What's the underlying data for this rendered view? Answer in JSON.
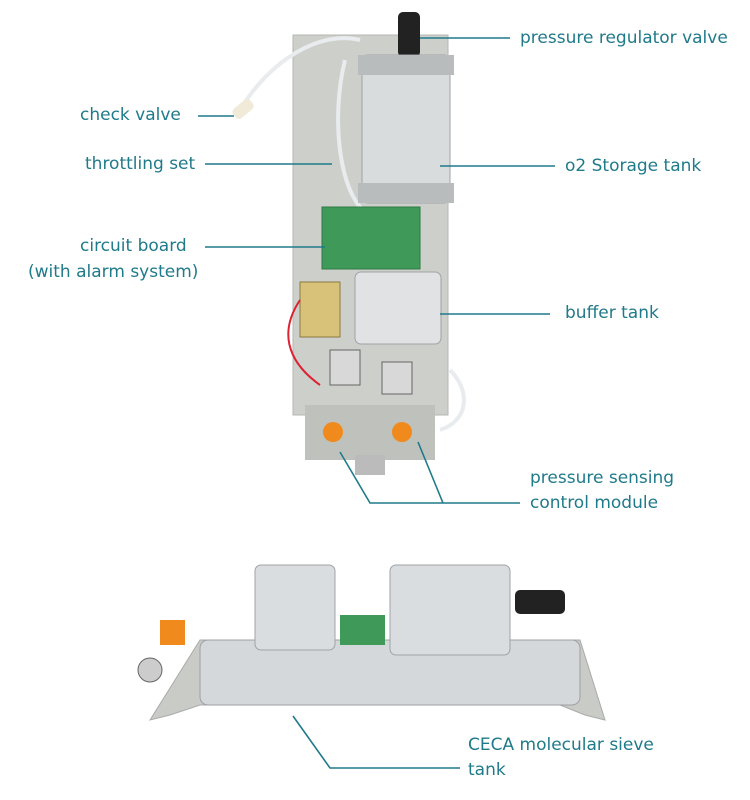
{
  "colors": {
    "label": "#1f7a8a",
    "panel": "#c9cbc6",
    "tank": "#d8dadb",
    "board": "#3f9a5a",
    "valve": "#f08a1c"
  },
  "labels": {
    "pressure_regulator_valve": "pressure regulator valve",
    "check_valve": "check valve",
    "throttling_set": "throttling set",
    "o2_storage_tank": "o2 Storage tank",
    "circuit_board": "circuit board",
    "circuit_board_note": "(with alarm system)",
    "buffer_tank": "buffer tank",
    "pressure_sensing_line1": "pressure sensing",
    "pressure_sensing_line2": "control module",
    "ceca_line1": "CECA molecular sieve",
    "ceca_line2": "tank"
  }
}
